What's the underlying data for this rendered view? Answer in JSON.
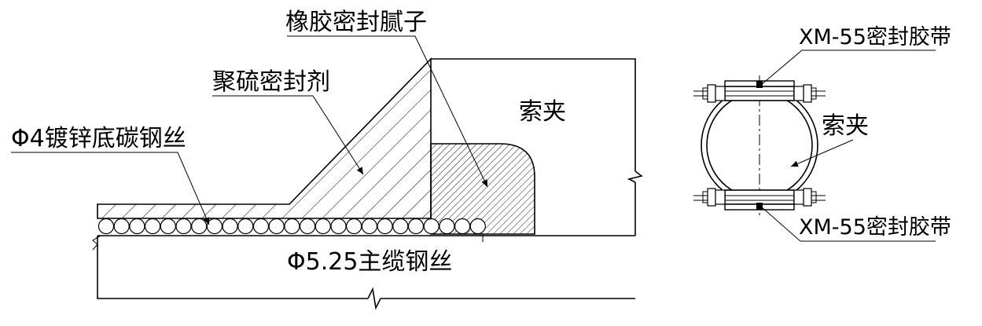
{
  "labels": {
    "rubber_putty": "橡胶密封腻子",
    "polysulfide_sealant": "聚硫密封剂",
    "galvanized_wire": "Φ4镀锌底碳钢丝",
    "main_cable_wire": "Φ5.25主缆钢丝",
    "cable_clamp_section": "索夹",
    "cable_clamp_round": "索夹",
    "tape_top": "XM-55密封胶带",
    "tape_bottom": "XM-55密封胶带"
  },
  "colors": {
    "line": "#000000",
    "background": "#ffffff"
  }
}
